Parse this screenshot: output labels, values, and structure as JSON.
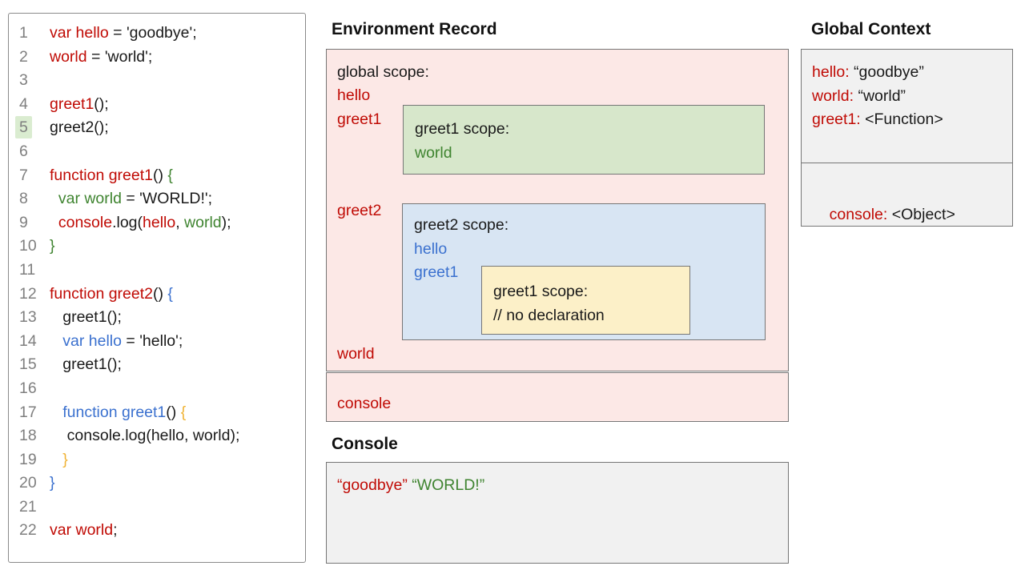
{
  "colors": {
    "red": "#c00b05",
    "green": "#3f8430",
    "blue": "#3b71cf",
    "yellow": "#f0b335",
    "pink": "#fce8e6",
    "greenbg": "#d7e7cb",
    "bluebg": "#d8e5f3",
    "yellowbg": "#fcf0c8",
    "graybg": "#f1f1f1",
    "hlgreen": "#daecd0"
  },
  "code_panel": {
    "lines": [
      {
        "n": "1",
        "highlighted": false,
        "segments": [
          {
            "t": "var hello",
            "c": "red"
          },
          {
            "t": " = 'goodbye';",
            "c": "k"
          }
        ]
      },
      {
        "n": "2",
        "highlighted": false,
        "segments": [
          {
            "t": "world",
            "c": "red"
          },
          {
            "t": " = 'world';",
            "c": "k"
          }
        ]
      },
      {
        "n": "3",
        "highlighted": false,
        "segments": []
      },
      {
        "n": "4",
        "highlighted": false,
        "segments": [
          {
            "t": "greet1",
            "c": "red"
          },
          {
            "t": "();",
            "c": "k"
          }
        ]
      },
      {
        "n": "5",
        "highlighted": true,
        "segments": [
          {
            "t": "greet2();",
            "c": "k"
          }
        ]
      },
      {
        "n": "6",
        "highlighted": false,
        "segments": []
      },
      {
        "n": "7",
        "highlighted": false,
        "segments": [
          {
            "t": "function greet1",
            "c": "red"
          },
          {
            "t": "() ",
            "c": "k"
          },
          {
            "t": "{",
            "c": "green"
          }
        ]
      },
      {
        "n": "8",
        "highlighted": false,
        "segments": [
          {
            "t": "  ",
            "c": "k"
          },
          {
            "t": "var world",
            "c": "green"
          },
          {
            "t": " = 'WORLD!';",
            "c": "k"
          }
        ]
      },
      {
        "n": "9",
        "highlighted": false,
        "segments": [
          {
            "t": "  ",
            "c": "k"
          },
          {
            "t": "console",
            "c": "red"
          },
          {
            "t": ".log(",
            "c": "k"
          },
          {
            "t": "hello",
            "c": "red"
          },
          {
            "t": ", ",
            "c": "k"
          },
          {
            "t": "world",
            "c": "green"
          },
          {
            "t": ");",
            "c": "k"
          }
        ]
      },
      {
        "n": "10",
        "highlighted": false,
        "segments": [
          {
            "t": "}",
            "c": "green"
          }
        ]
      },
      {
        "n": "11",
        "highlighted": false,
        "segments": []
      },
      {
        "n": "12",
        "highlighted": false,
        "segments": [
          {
            "t": "function greet2",
            "c": "red"
          },
          {
            "t": "() ",
            "c": "k"
          },
          {
            "t": "{",
            "c": "blue"
          }
        ]
      },
      {
        "n": "13",
        "highlighted": false,
        "segments": [
          {
            "t": "   greet1();",
            "c": "k"
          }
        ]
      },
      {
        "n": "14",
        "highlighted": false,
        "segments": [
          {
            "t": "   ",
            "c": "k"
          },
          {
            "t": "var hello",
            "c": "blue"
          },
          {
            "t": " = 'hello';",
            "c": "k"
          }
        ]
      },
      {
        "n": "15",
        "highlighted": false,
        "segments": [
          {
            "t": "   greet1();",
            "c": "k"
          }
        ]
      },
      {
        "n": "16",
        "highlighted": false,
        "segments": []
      },
      {
        "n": "17",
        "highlighted": false,
        "segments": [
          {
            "t": "   ",
            "c": "k"
          },
          {
            "t": "function greet1",
            "c": "blue"
          },
          {
            "t": "() ",
            "c": "k"
          },
          {
            "t": "{",
            "c": "yellow"
          }
        ]
      },
      {
        "n": "18",
        "highlighted": false,
        "segments": [
          {
            "t": "    console.log(hello, world);",
            "c": "k"
          }
        ]
      },
      {
        "n": "19",
        "highlighted": false,
        "segments": [
          {
            "t": "   ",
            "c": "k"
          },
          {
            "t": "}",
            "c": "yellow"
          }
        ]
      },
      {
        "n": "20",
        "highlighted": false,
        "segments": [
          {
            "t": "}",
            "c": "blue"
          }
        ]
      },
      {
        "n": "21",
        "highlighted": false,
        "segments": []
      },
      {
        "n": "22",
        "highlighted": false,
        "segments": [
          {
            "t": "var world",
            "c": "red"
          },
          {
            "t": ";",
            "c": "k"
          }
        ]
      }
    ]
  },
  "env_record": {
    "title": "Environment Record",
    "global_scope_label": "global scope:",
    "var_hello": "hello",
    "var_greet1": "greet1",
    "var_greet2": "greet2",
    "var_world": "world",
    "console_label": "console",
    "greet1_scope": {
      "label": "greet1 scope:",
      "var_world": "world"
    },
    "greet2_scope": {
      "label": "greet2 scope:",
      "var_hello": "hello",
      "var_greet1": "greet1",
      "inner_greet1_scope": {
        "label": "greet1 scope:",
        "comment": "// no declaration"
      }
    }
  },
  "global_context": {
    "title": "Global Context",
    "rows": [
      {
        "label": "hello:",
        "value": " “goodbye”"
      },
      {
        "label": "world:",
        "value": " “world”"
      },
      {
        "label": "greet1:",
        "value": " <Function>"
      }
    ],
    "console_row": {
      "label": "console:",
      "value": " <Object>"
    }
  },
  "console_panel": {
    "title": "Console",
    "output": [
      {
        "t": "“goodbye”",
        "c": "red"
      },
      {
        "t": " ",
        "c": "k"
      },
      {
        "t": "“WORLD!”",
        "c": "green"
      }
    ]
  }
}
